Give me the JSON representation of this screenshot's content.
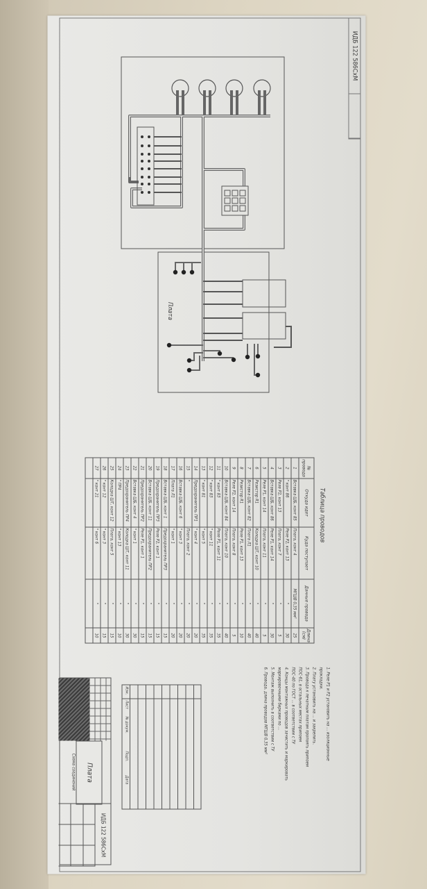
{
  "document": {
    "code": "ИДБ 122 586СхМ",
    "board_label": "Плата",
    "table_title": "Таблица проводов",
    "columns": [
      "№ провода",
      "Откуда идет",
      "Куда поступает",
      "Данные провода",
      "Длина (см)"
    ],
    "rows": [
      [
        "1",
        "Вставка ШБ, конт 85",
        "Плата, конт 4",
        "МГШВ 0,35 мм²",
        "25"
      ],
      [
        "2",
        "\"  конт 86",
        "Реле Р2, конт 13",
        "\"",
        "30"
      ],
      [
        "3",
        "Реле Р2, конт 13",
        "Плата, конт 7",
        "\"",
        "5"
      ],
      [
        "4",
        "Вставка ШБ, конт 86",
        "Реле Р1, конт 14",
        "\"",
        "30"
      ],
      [
        "5",
        "Реле Р1, конт 14",
        "Плата, конт 11",
        "\"",
        "5"
      ],
      [
        "6",
        "Резистор R1",
        "Колодка ШТ, конт 10",
        "\"",
        "40"
      ],
      [
        "7",
        "Вставка ШБ, конт 82",
        "Плата Л1",
        "\"",
        "40"
      ],
      [
        "8",
        "Резистор R1",
        "Реле Р1, конт 13",
        "\"",
        "10"
      ],
      [
        "9",
        "Реле Р2, конт 14",
        "Плата, конт 8",
        "\"",
        "5"
      ],
      [
        "10",
        "Вставка ШБ, конт 84",
        "Плата, конт 10",
        "\"",
        "40"
      ],
      [
        "11",
        "\"  конт 83",
        "Реле Р1, конт 11",
        "\"",
        "35"
      ],
      [
        "12",
        "\"  конт 83",
        "\"  конт 11",
        "\"",
        "35"
      ],
      [
        "13",
        "\"  конт 81",
        "\"  конт 5",
        "\"",
        "35"
      ],
      [
        "14",
        "Предохранитель ПР1",
        "\"  конт 4",
        "\"",
        "20"
      ],
      [
        "15",
        "\"",
        "Плата, конт 2",
        "\"",
        "20"
      ],
      [
        "16",
        "Вставка ШБ, конт 6",
        "\"  конт 3",
        "\"",
        "20"
      ],
      [
        "17",
        "Плата Л1",
        "\"  конт 1",
        "\"",
        "20"
      ],
      [
        "18",
        "Вставка ШБ, конт 1",
        "Предохранитель ПР3",
        "\"",
        "15"
      ],
      [
        "19",
        "Предохранитель ПР3",
        "Реле Р2, конт 1",
        "\"",
        "15"
      ],
      [
        "20",
        "Вставка ШБ, конт 11",
        "Предохранитель ПР2",
        "\"",
        "15"
      ],
      [
        "21",
        "Предохранитель ПР2",
        "Реле Р1, конт 1",
        "\"",
        "15"
      ],
      [
        "22",
        "Вставка ШБ, конт 4",
        "\"  конт 1",
        "\"",
        "30"
      ],
      [
        "23",
        "Предохранитель ПР4",
        "Колодка ШТ, конт 11",
        "\"",
        "30"
      ],
      [
        "24",
        "\"  ПР4",
        "\"  конт 13",
        "\"",
        "10"
      ],
      [
        "25",
        "Колодка ШТ, конт 12",
        "Плата, конт 5",
        "\"",
        "15"
      ],
      [
        "26",
        "\"  конт 12",
        "\"  конт 3",
        "\"",
        "15"
      ],
      [
        "27",
        "\"  конт 21",
        "\"  конт 6",
        "\"",
        "10"
      ],
      [
        "",
        "",
        "",
        "",
        ""
      ]
    ],
    "notes": [
      "1. Реле Р1 и Р2 установить на ... изоляционные",
      "   прокладки.",
      "2. Плату установить на ... и закрепить.",
      "3. Провода к печатным платам пропаять припоем",
      "   ПОС-61, в остальных местах припоем",
      "   ПОС-40 по ГОСТ ... в соответствии с ТУ",
      "4. Концы монтажных проводов зачистить и маркировать",
      "   маркировочными бирками по ...",
      "5. Монтаж выполнить в соответствии с ТУ",
      "6. Провода, длина проводов МГШВ 0,35 мм²"
    ],
    "changes_labels": [
      "Изм.",
      "Лист",
      "№ докум.",
      "Подп.",
      "Дата"
    ],
    "title_subtitle": "Схема соединений"
  }
}
